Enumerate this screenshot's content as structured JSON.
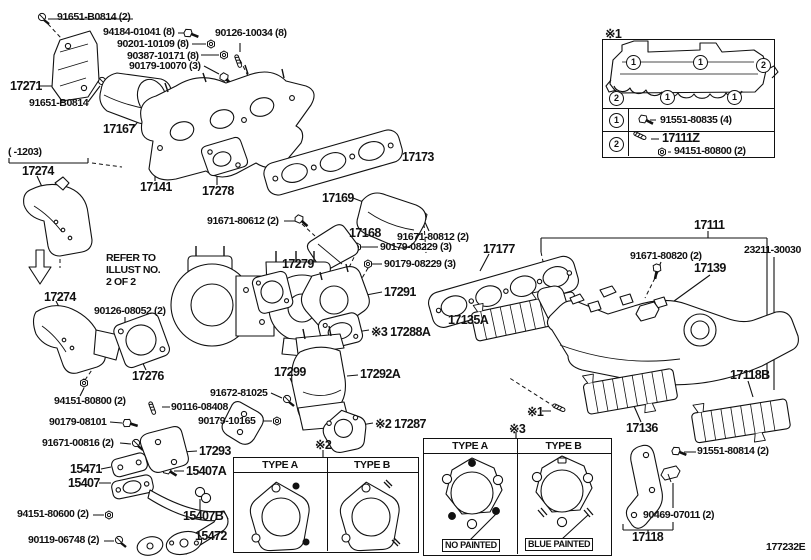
{
  "doc": {
    "drawing_code": "177232E"
  },
  "labels": [
    {
      "t": "91651-B0814 (2)"
    },
    {
      "t": "94184-01041 (8)"
    },
    {
      "t": "90201-10109 (8)"
    },
    {
      "t": "90387-10171 (8)"
    },
    {
      "t": "90126-10034 (8)"
    },
    {
      "t": "90179-10070 (3)"
    },
    {
      "t": "17271"
    },
    {
      "t": "91651-B0814"
    },
    {
      "t": "17167"
    },
    {
      "t": "(      -1203)"
    },
    {
      "t": "17274"
    },
    {
      "t": "17141"
    },
    {
      "t": "17278"
    },
    {
      "t": "17173"
    },
    {
      "t": "17169"
    },
    {
      "t": "91671-80612 (2)"
    },
    {
      "t": "17168"
    },
    {
      "t": "91671-80812 (2)"
    },
    {
      "t": "90179-08229 (3)"
    },
    {
      "t": "90179-08229 (3)"
    },
    {
      "t": "17279"
    },
    {
      "t": "17291"
    },
    {
      "t": "17177"
    },
    {
      "t": "17135A"
    },
    {
      "t": "※3 17288A"
    },
    {
      "t": "REFER TO"
    },
    {
      "t": "ILLUST NO."
    },
    {
      "t": "2 OF 2"
    },
    {
      "t": "17274"
    },
    {
      "t": "90126-08052 (2)"
    },
    {
      "t": "17276"
    },
    {
      "t": "94151-80800 (2)"
    },
    {
      "t": "90179-08101"
    },
    {
      "t": "91671-00816 (2)"
    },
    {
      "t": "90116-08408"
    },
    {
      "t": "90179-10165"
    },
    {
      "t": "91672-81025"
    },
    {
      "t": "17299"
    },
    {
      "t": "17292A"
    },
    {
      "t": "※2 17287"
    },
    {
      "t": "※2"
    },
    {
      "t": "17293"
    },
    {
      "t": "15471"
    },
    {
      "t": "15407"
    },
    {
      "t": "15407A"
    },
    {
      "t": "94151-80600 (2)"
    },
    {
      "t": "15407B"
    },
    {
      "t": "90119-06748 (2)"
    },
    {
      "t": "15472"
    },
    {
      "t": "17111"
    },
    {
      "t": "23211-30030"
    },
    {
      "t": "91671-80820 (2)"
    },
    {
      "t": "17139"
    },
    {
      "t": "17118B"
    },
    {
      "t": "※1"
    },
    {
      "t": "17136"
    },
    {
      "t": "91551-80814 (2)"
    },
    {
      "t": "90469-07011 (2)"
    },
    {
      "t": "17118"
    },
    {
      "t": "177232E"
    }
  ],
  "legend": {
    "marker": "※1",
    "row1_num": "1",
    "row1_part": "91551-80835 (4)",
    "row2_num": "2",
    "row2_part_a": "17111Z",
    "row2_part_b": "94151-80800 (2)",
    "callouts": [
      "1",
      "1",
      "2",
      "2",
      "1",
      "1"
    ]
  },
  "typebox2": {
    "marker": "※2",
    "col_a": "TYPE A",
    "col_b": "TYPE B"
  },
  "typebox3": {
    "marker": "※3",
    "col_a": "TYPE A",
    "col_b": "TYPE B",
    "note_a": "NO PAINTED",
    "note_b": "BLUE PAINTED"
  }
}
